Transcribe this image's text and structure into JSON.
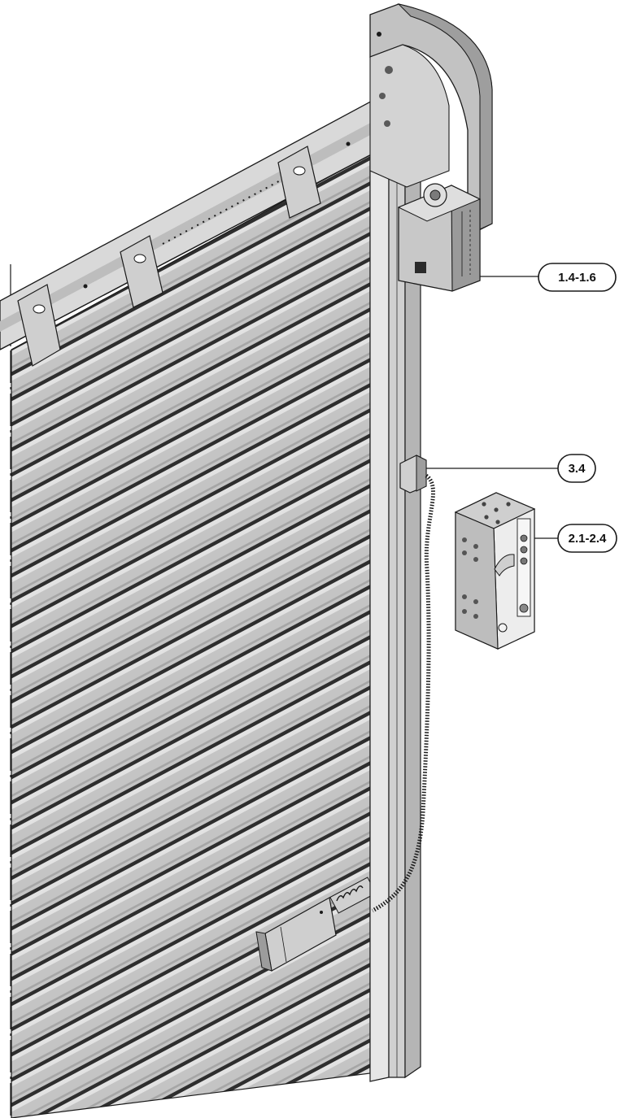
{
  "callouts": [
    {
      "id": "motor",
      "label": "1.4-1.6"
    },
    {
      "id": "switch",
      "label": "3.4"
    },
    {
      "id": "control",
      "label": "2.1-2.4"
    }
  ],
  "colors": {
    "line": "#1a1a1a",
    "slat": "#bdbdbd",
    "slat_dark": "#3a3a3a",
    "guide": "#d4d4d4",
    "housing": "#bfbfbf",
    "housing_dark": "#8c8c8c",
    "box": "#d9d9d9",
    "box_side": "#a8a8a8"
  },
  "icons": [
    "roller-shutter-door",
    "drive-motor",
    "wall-switch",
    "control-unit",
    "spiral-cable"
  ]
}
